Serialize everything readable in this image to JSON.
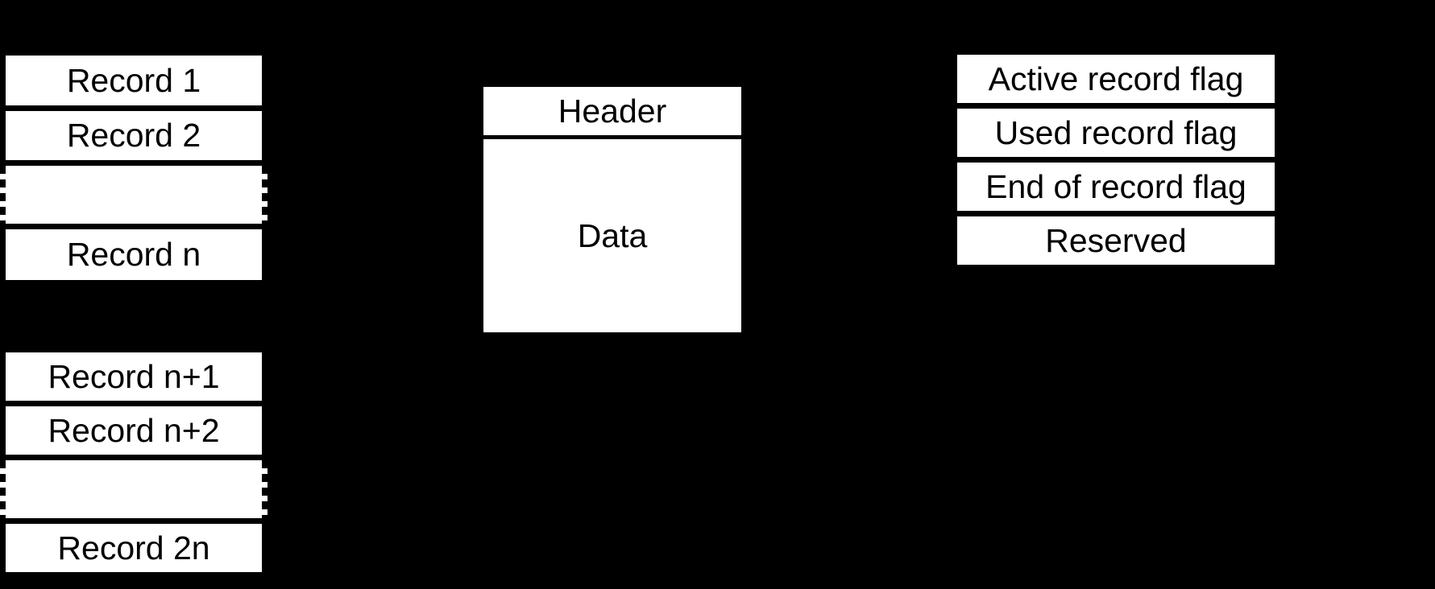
{
  "colors": {
    "background": "#000000",
    "box_fill": "#ffffff",
    "text": "#000000"
  },
  "tables": {
    "records_page_top": {
      "row1": "Record 1",
      "row2": "Record 2",
      "row_n": "Record n"
    },
    "records_page_bottom": {
      "row1": "Record n+1",
      "row2": "Record n+2",
      "row_n": "Record 2n"
    },
    "record_structure": {
      "header": "Header",
      "data": "Data"
    },
    "flags": {
      "row1": "Active record flag",
      "row2": "Used record flag",
      "row3": "End of record flag",
      "row4": "Reserved"
    }
  }
}
